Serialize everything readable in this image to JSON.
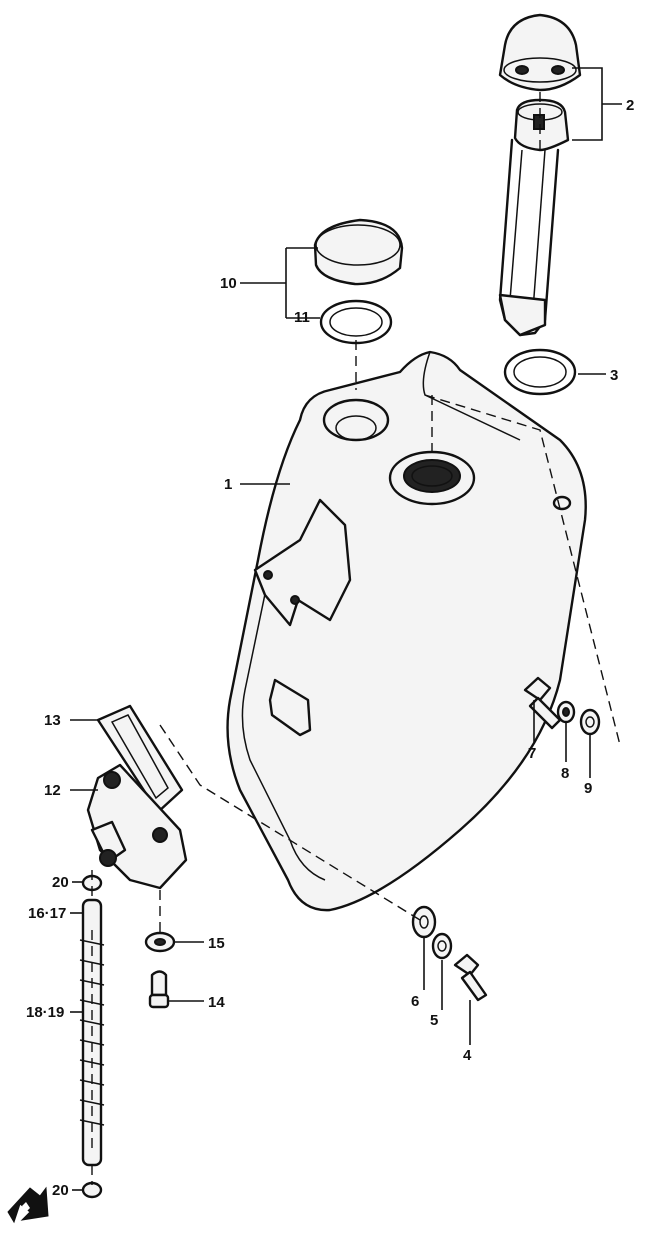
{
  "labels": {
    "p1": "1",
    "p2": "2",
    "p3": "3",
    "p4": "4",
    "p5": "5",
    "p6": "6",
    "p7": "7",
    "p8": "8",
    "p9": "9",
    "p10": "10",
    "p11": "11",
    "p12": "12",
    "p13": "13",
    "p14": "14",
    "p15": "15",
    "p16_17": "16·17",
    "p18_19": "18·19",
    "p20_top": "20",
    "p20_bottom": "20"
  },
  "icons": {
    "front_arrow": "front-direction-arrow-icon"
  }
}
